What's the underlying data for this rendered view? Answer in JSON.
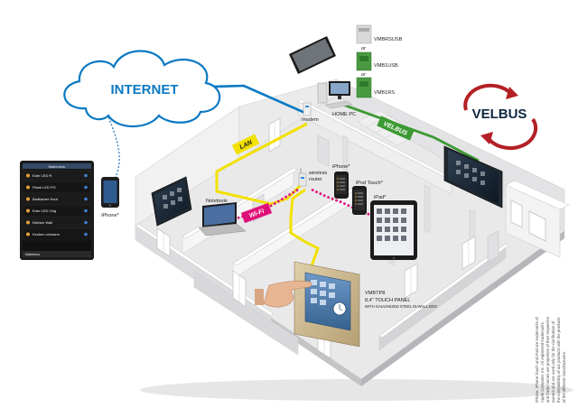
{
  "internet_label": "INTERNET",
  "brand": "VELBUS",
  "links": {
    "lan": "LAN",
    "wifi": "Wi-Fi",
    "velbus": "VELBUS"
  },
  "devices": {
    "modem": "modem",
    "home_pc": "HOME PC",
    "wireless_router_1": "wireless",
    "wireless_router_2": "router",
    "notebook": "Notebook",
    "iphone_house": "iPhone*",
    "ipod_touch": "iPod Touch*",
    "ipad": "iPad*",
    "iphone_remote": "iPhone*"
  },
  "interfaces": {
    "usb_a": "VMBRSUSB",
    "or_1": "or",
    "usb_b": "VMB1USB",
    "or_2": "or",
    "rs": "VMB1RS"
  },
  "touch_panel": {
    "model": "VMBTP8",
    "title": "8,4\" TOUCH PANEL",
    "subtitle": "WITH GALVANIZED STEEL IN-WALL BOX"
  },
  "phone_ui": {
    "header": "Mainmenu",
    "items": [
      "Eder LED R",
      "Plank LED PG",
      "Badkamer Hout",
      "Eder LED Orig",
      "Kitchen Wall",
      "Keuken verwarm"
    ],
    "footer_left": "Mainmenu",
    "footer_right": ""
  },
  "disclaimer": [
    "iPhone, iPhone Touch and iPad are trademarks of",
    "Apple Computer, Inc. All registered trademarks",
    "and trade names are properties of their respective",
    "owners and are used only for the clarification of",
    "the compatibility of our products with the products",
    "of the different manufacturers."
  ],
  "colors": {
    "velbus_link": "#3c9a32",
    "lan_link": "#f2e100",
    "wifi_link": "#e0107a",
    "internet_link": "#0a79c2",
    "remote_link": "#3a7ec4",
    "brand_red": "#b32025",
    "brand_navy": "#0f2740"
  }
}
